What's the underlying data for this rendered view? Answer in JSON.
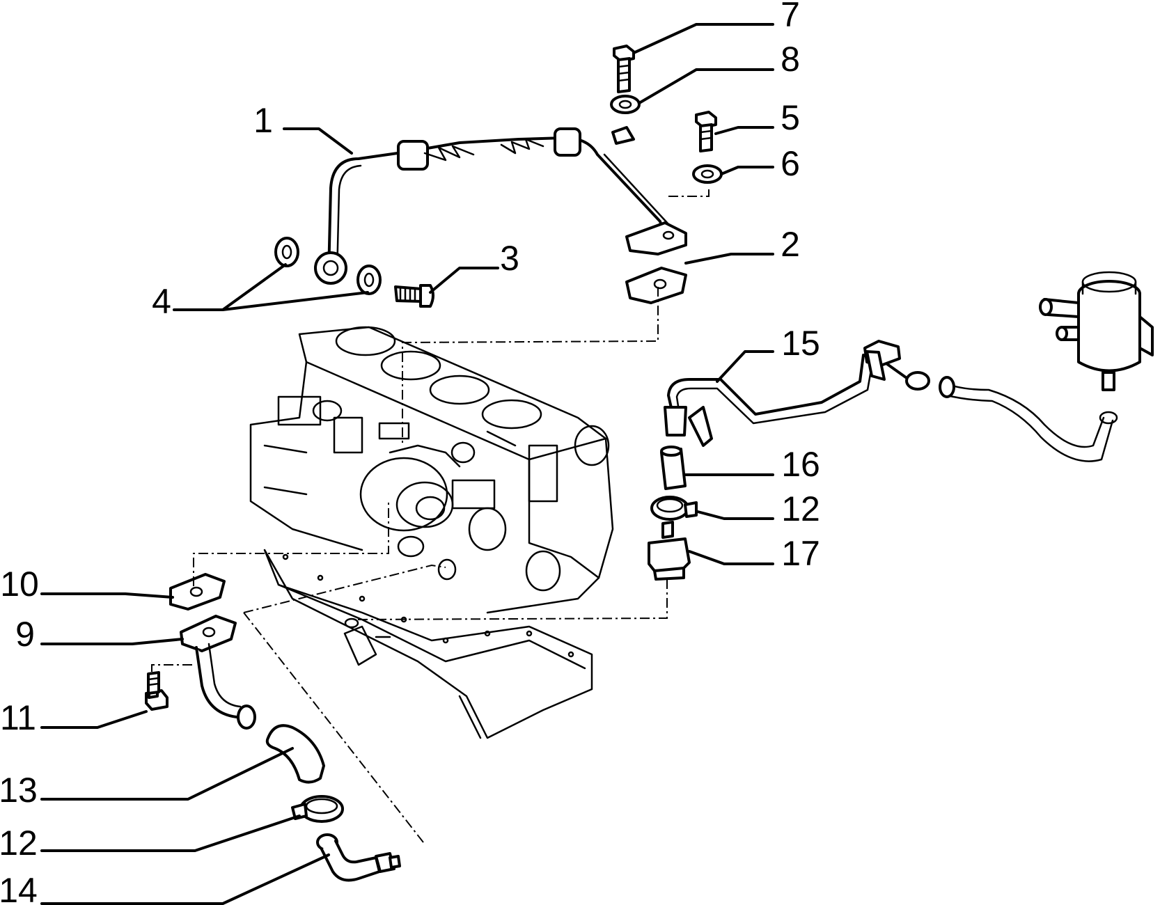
{
  "callouts": [
    {
      "key": "c1",
      "label": "1"
    },
    {
      "key": "c2",
      "label": "2"
    },
    {
      "key": "c3",
      "label": "3"
    },
    {
      "key": "c4",
      "label": "4"
    },
    {
      "key": "c5",
      "label": "5"
    },
    {
      "key": "c6",
      "label": "6"
    },
    {
      "key": "c7",
      "label": "7"
    },
    {
      "key": "c8",
      "label": "8"
    },
    {
      "key": "c9",
      "label": "9"
    },
    {
      "key": "c10",
      "label": "10"
    },
    {
      "key": "c11",
      "label": "11"
    },
    {
      "key": "c12a",
      "label": "12"
    },
    {
      "key": "c12b",
      "label": "12"
    },
    {
      "key": "c13",
      "label": "13"
    },
    {
      "key": "c14",
      "label": "14"
    },
    {
      "key": "c15",
      "label": "15"
    },
    {
      "key": "c16",
      "label": "16"
    },
    {
      "key": "c17",
      "label": "17"
    }
  ]
}
